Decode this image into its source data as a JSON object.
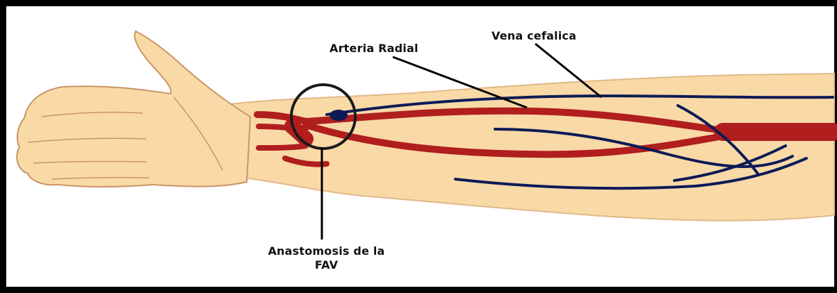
{
  "labels": {
    "arteria_radial": "Arteria Radial",
    "vena_cefalica": "Vena cefalica",
    "anastomosis_line1": "Anastomosis de la",
    "anastomosis_line2": "FAV"
  },
  "colors": {
    "skin": "#F9D9A6",
    "skin_shadow": "#D9A77A",
    "artery": "#B01E1E",
    "vein": "#0D1A55",
    "leader": "#000000",
    "frame": "#000000"
  }
}
